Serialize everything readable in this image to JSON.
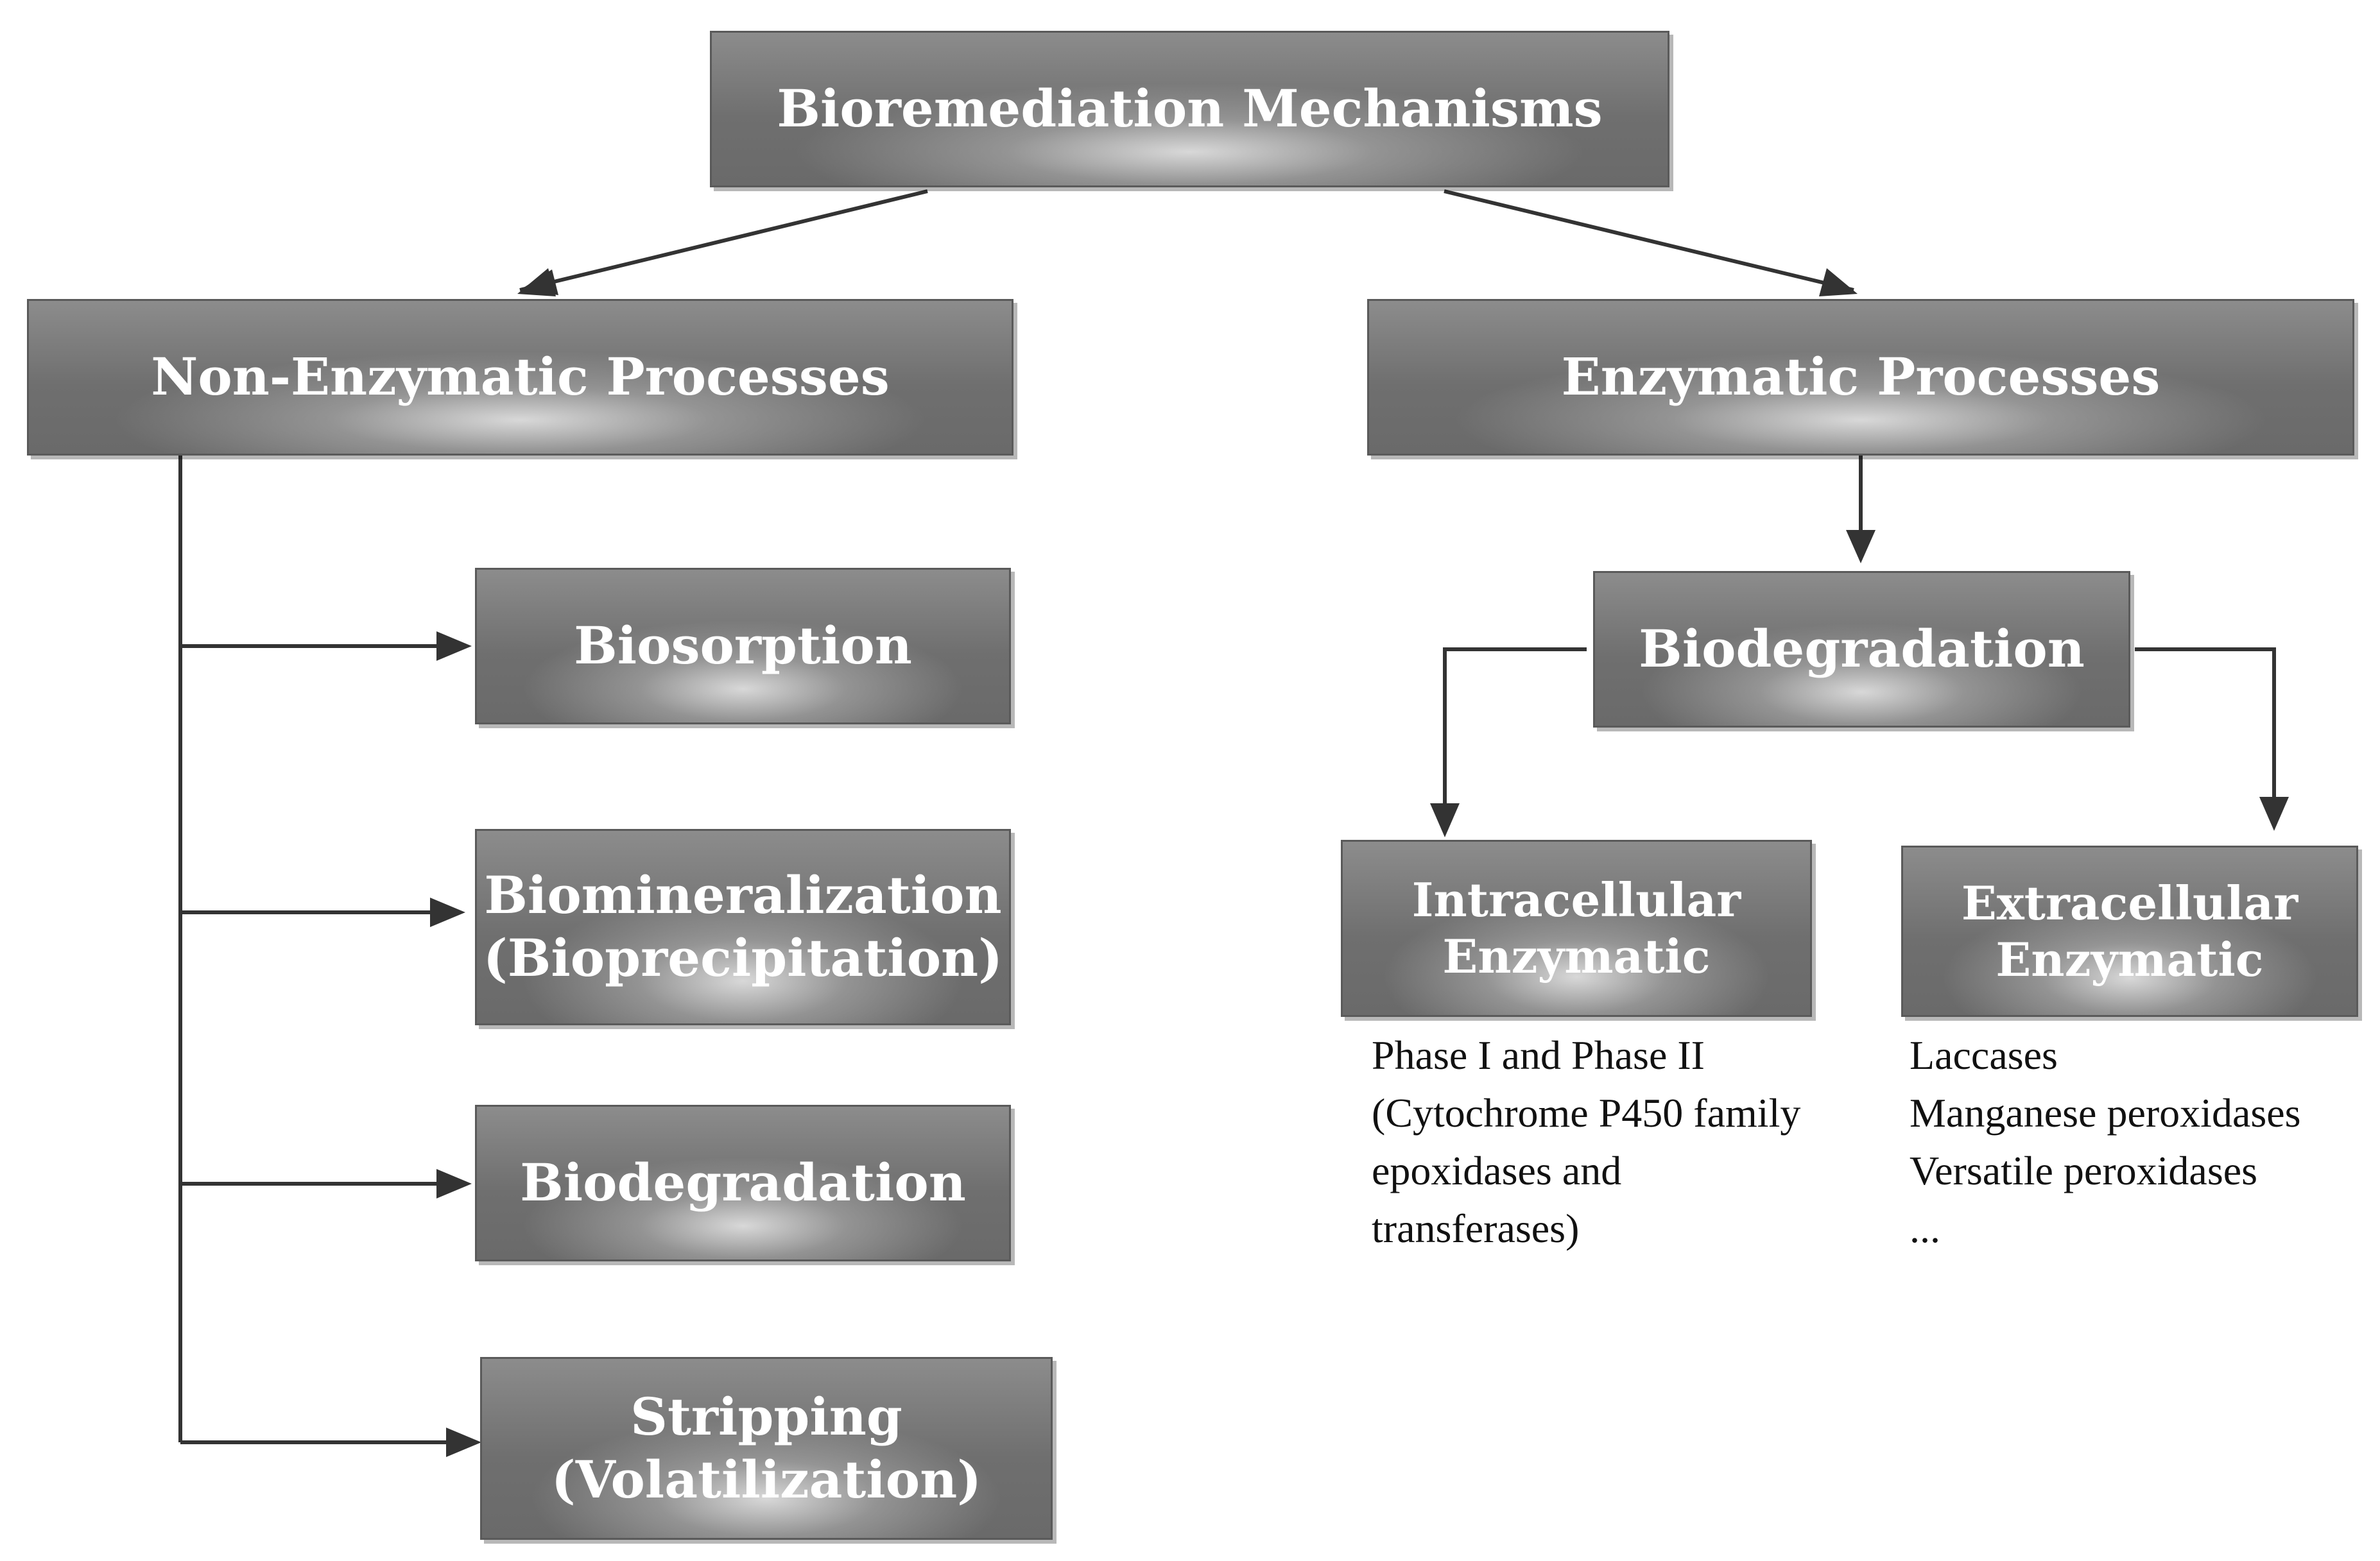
{
  "root": {
    "label": "Bioremediation Mechanisms"
  },
  "branches": {
    "non_enzymatic": {
      "label": "Non-Enzymatic Processes",
      "items": [
        {
          "lines": [
            "Biosorption"
          ]
        },
        {
          "lines": [
            "Biomineralization",
            "(Bioprecipitation)"
          ]
        },
        {
          "lines": [
            "Biodegradation"
          ]
        },
        {
          "lines": [
            "Stripping",
            "(Volatilization)"
          ]
        }
      ]
    },
    "enzymatic": {
      "label": "Enzymatic Processes",
      "biodegradation": {
        "label": "Biodegradation"
      },
      "intracellular": {
        "lines": [
          "Intracellular",
          "Enzymatic"
        ],
        "examples": [
          "Phase I and Phase II",
          "(Cytochrome P450 family",
          "epoxidases and",
          "transferases)"
        ]
      },
      "extracellular": {
        "lines": [
          "Extracellular",
          "Enzymatic"
        ],
        "examples": [
          "Laccases",
          "Manganese peroxidases",
          "Versatile peroxidases",
          "..."
        ]
      }
    }
  },
  "style": {
    "box_text_color": "#ffffff",
    "box_fill_dark": "#6f6f6f",
    "box_fill_light": "#dedede",
    "connector_color": "#333333"
  }
}
